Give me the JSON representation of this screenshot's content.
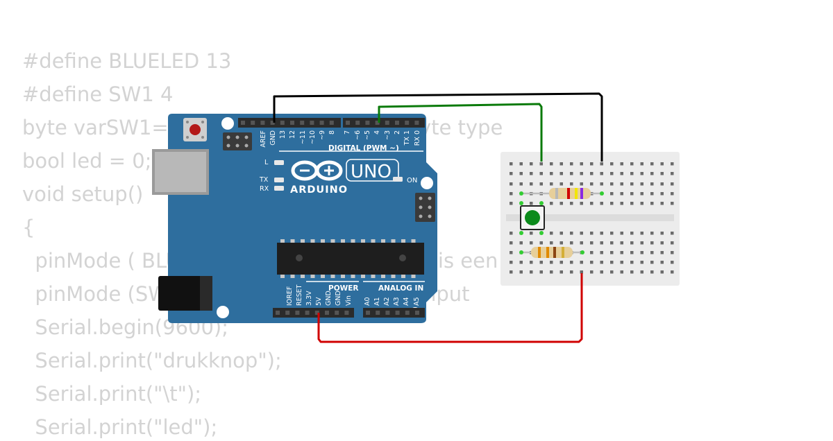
{
  "code": {
    "lines": [
      "#define BLUELED 13",
      "#define SW1 4",
      "byte varSW1=0;  // varSW1 is als een byte type",
      "bool led = 0;",
      "void setup()",
      "{",
      "  pinMode ( BLUELED, OUTPUT); // pin 13 is een output",
      "  pinMode (SW1, INPUT); // pin 4 is een input",
      "  Serial.begin(9600);",
      "  Serial.print(\"drukknop\");",
      "  Serial.print(\"\\t\");",
      "  Serial.print(\"led\");"
    ]
  },
  "board": {
    "brand": "ARDUINO",
    "model": "UNO",
    "digital_header_label": "DIGITAL (PWM ~)",
    "power_label": "POWER",
    "analog_label": "ANALOG IN",
    "led_l": "L",
    "led_tx": "TX",
    "led_rx": "RX",
    "led_on": "ON",
    "digital_pins": [
      "AREF",
      "GND",
      "13",
      "12",
      "~11",
      "~10",
      "~9",
      "8",
      "7",
      "~6",
      "~5",
      "4",
      "~3",
      "2",
      "TX 1",
      "RX 0"
    ],
    "power_pins": [
      "IOREF",
      "RESET",
      "3.3V",
      "5V",
      "GND",
      "GND",
      "Vin"
    ],
    "analog_pins": [
      "A0",
      "A1",
      "A2",
      "A3",
      "A4",
      "A5"
    ]
  },
  "colors": {
    "board": "#2e6e9e",
    "wire_gnd": "#000000",
    "wire_signal": "#0a7a0a",
    "wire_power": "#d00000",
    "button": "#0b8a1b",
    "breadboard": "#ececec",
    "code_text": "#d3d3d3"
  }
}
